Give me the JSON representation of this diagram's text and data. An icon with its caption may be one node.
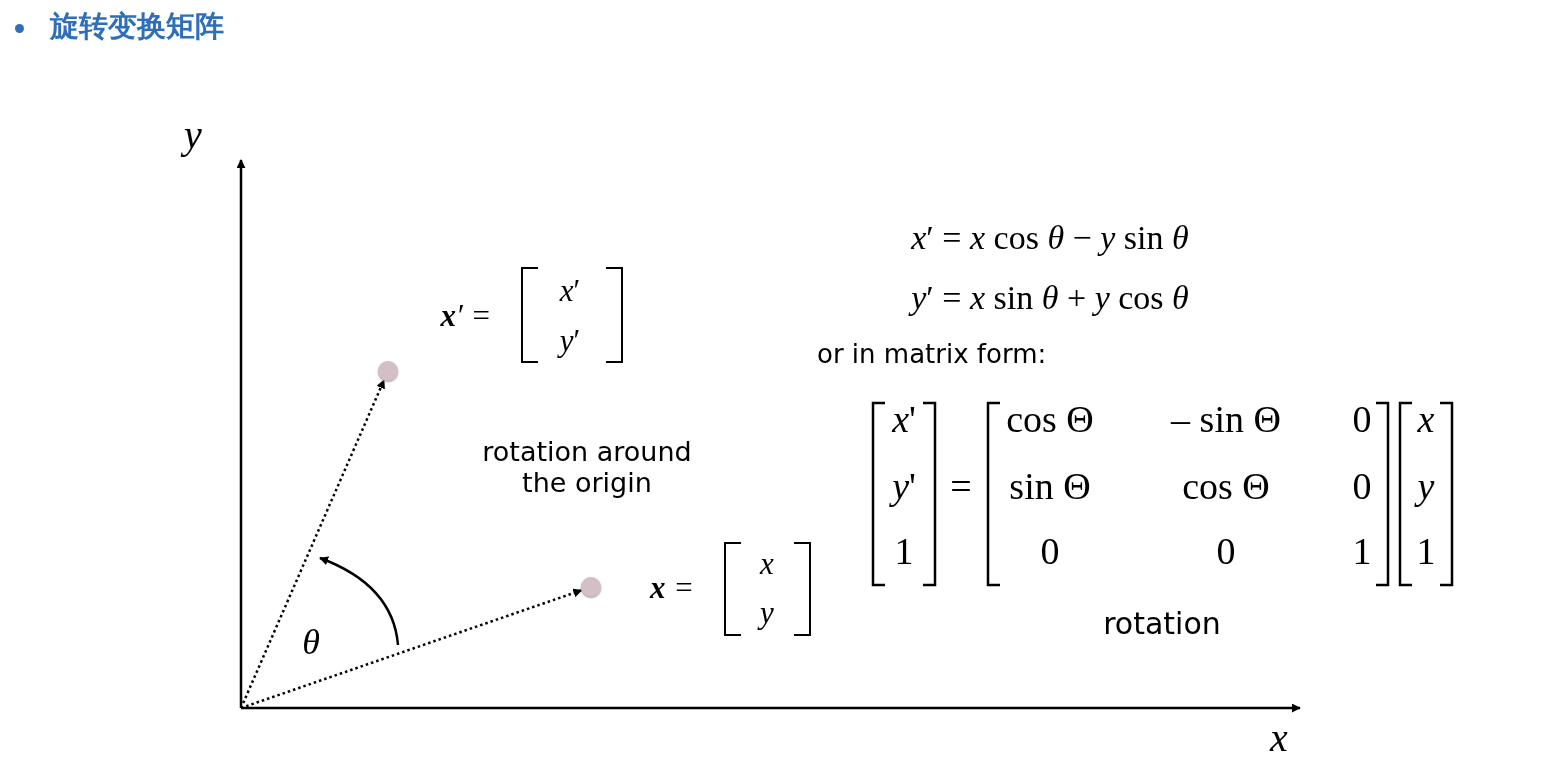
{
  "diagram": {
    "title": "旋转变换矩阵",
    "nodes": [
      {
        "text": [],
        "shape": "circle",
        "beside": [
          "**x**′ =",
          "*x*′",
          "*y*′"
        ]
      },
      {
        "text": [],
        "shape": "circle",
        "beside": [
          "**x** =",
          "*x*",
          "*y*"
        ]
      }
    ],
    "edges": [
      {
        "from": null,
        "to": 0,
        "arrow": "to",
        "style": "dashed"
      },
      {
        "from": null,
        "to": 1,
        "arrow": "to",
        "style": "dashed"
      }
    ],
    "labels": [
      "y",
      "θ",
      "rotation around the origin",
      "*x*′ = *x* cos *θ* − *y* sin *θ*",
      "*y*′ = *x* sin *θ* + *y* cos *θ*",
      "or in matrix form:",
      "*x*'",
      "cos Θ",
      "– sin Θ",
      "0",
      "x",
      "*y*'",
      "=",
      "sin Θ",
      "cos Θ",
      "0",
      "y",
      "1",
      "0",
      "0",
      "1",
      "1",
      "rotation",
      "x"
    ]
  }
}
